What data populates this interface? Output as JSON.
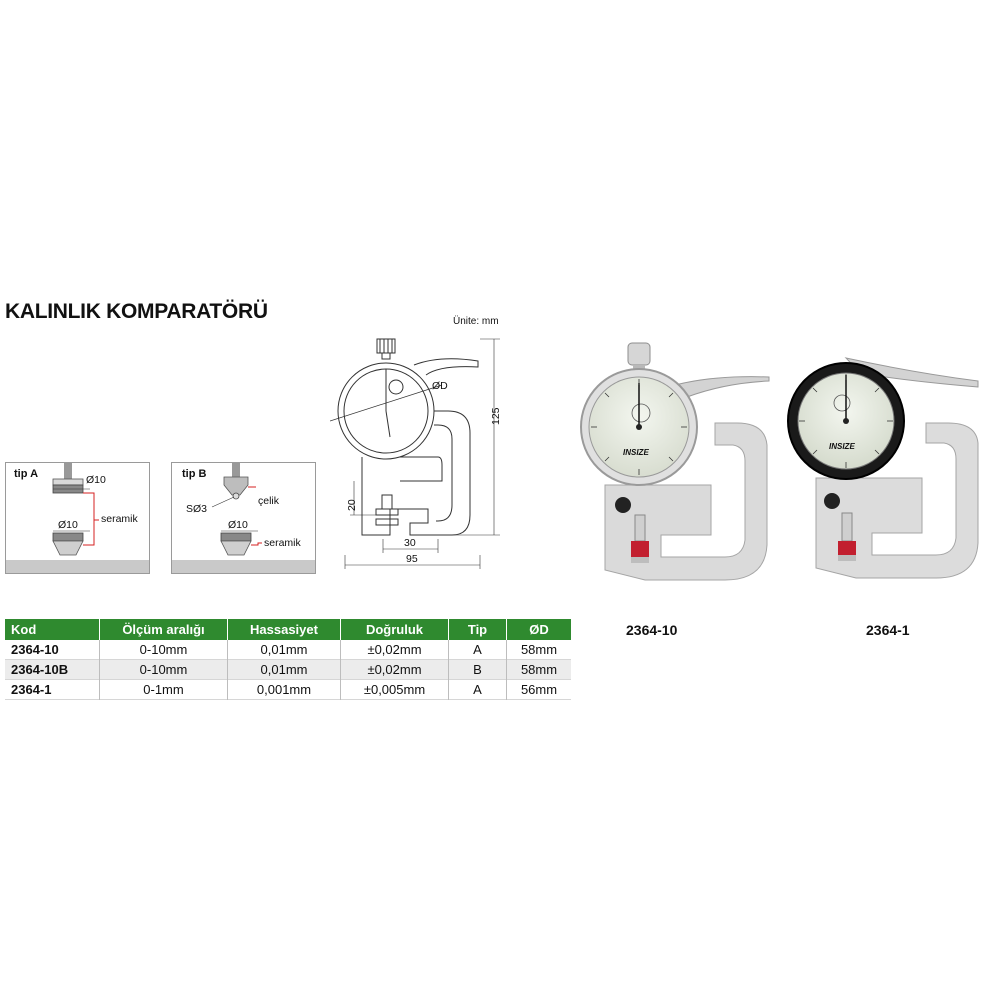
{
  "title": "KALINLIK KOMPARATÖRÜ",
  "unit_note": "Ünite: mm",
  "tip_a": {
    "label": "tip A",
    "dia_top": "Ø10",
    "dia_bottom": "Ø10",
    "material": "seramik"
  },
  "tip_b": {
    "label": "tip B",
    "sphere": "SØ3",
    "dia_bottom": "Ø10",
    "material_top": "çelik",
    "material_bottom": "seramik"
  },
  "drawing": {
    "dim_diameter": "ØD",
    "dim_height": "125",
    "dim_depth": "20",
    "dim_throat": "30",
    "dim_width": "95"
  },
  "table": {
    "headers": [
      "Kod",
      "Ölçüm aralığı",
      "Hassasiyet",
      "Doğruluk",
      "Tip",
      "ØD"
    ],
    "rows": [
      [
        "2364-10",
        "0-10mm",
        "0,01mm",
        "±0,02mm",
        "A",
        "58mm"
      ],
      [
        "2364-10B",
        "0-10mm",
        "0,01mm",
        "±0,02mm",
        "B",
        "58mm"
      ],
      [
        "2364-1",
        "0-1mm",
        "0,001mm",
        "±0,005mm",
        "A",
        "56mm"
      ]
    ]
  },
  "products": [
    {
      "code": "2364-10",
      "brand": "INSIZE"
    },
    {
      "code": "2364-1",
      "brand": "INSIZE"
    }
  ],
  "colors": {
    "header_green": "#2f8a2f",
    "row_alt": "#ececec",
    "dim_red": "#d42020"
  }
}
